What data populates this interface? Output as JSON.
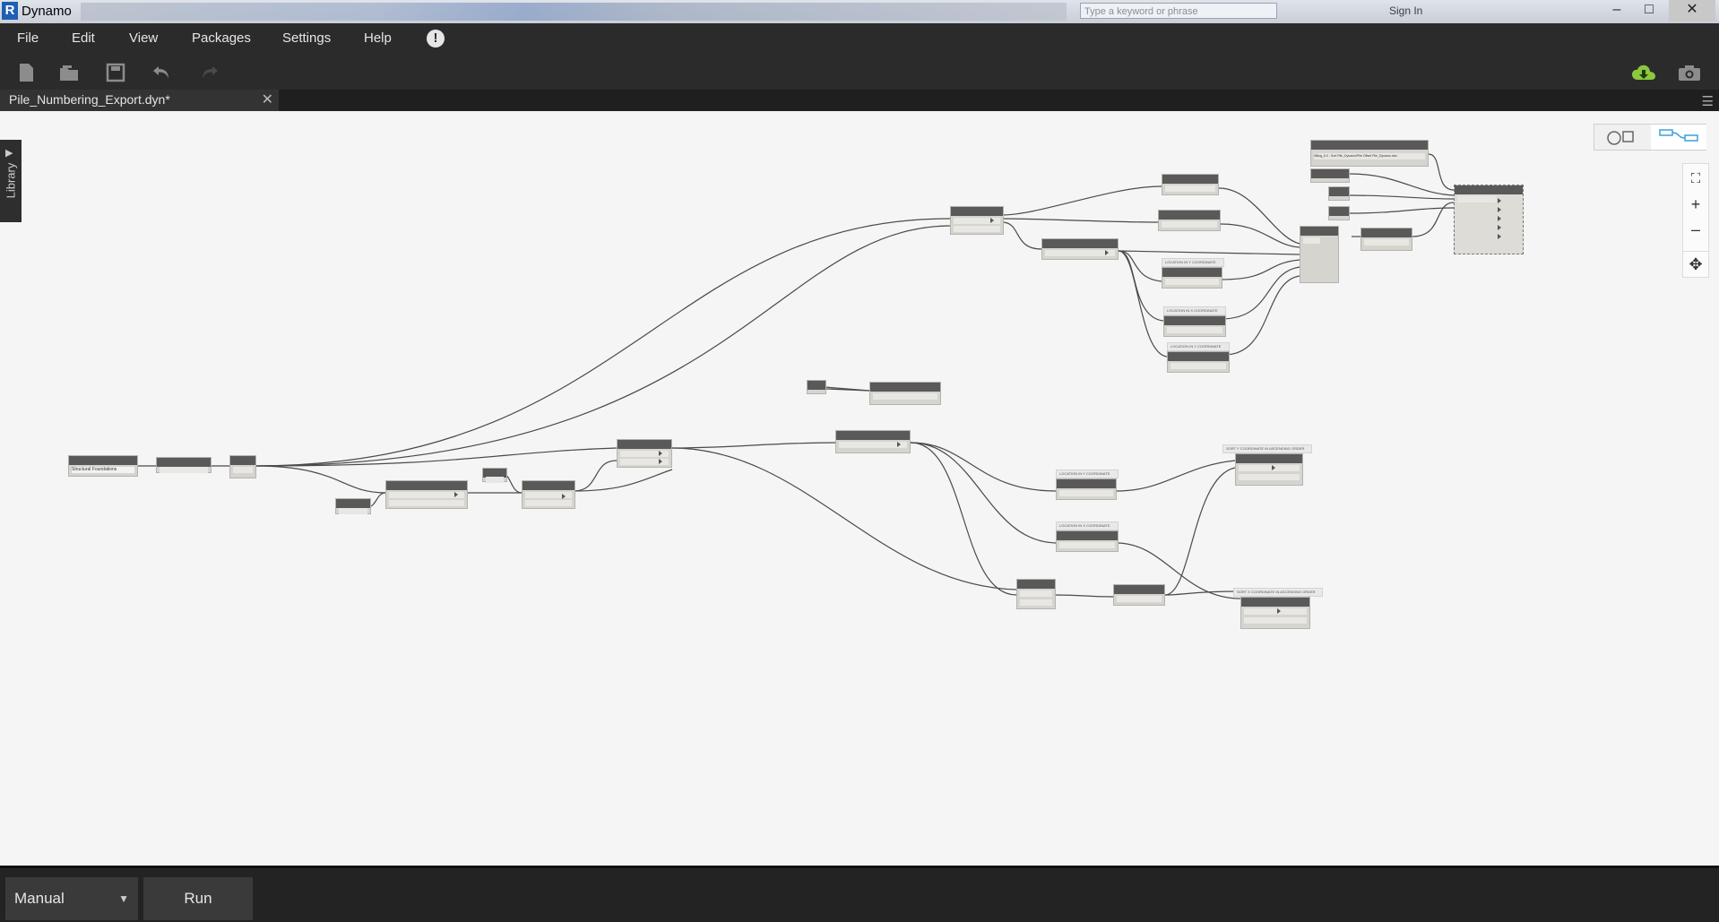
{
  "titlebar": {
    "app_title": "Dynamo",
    "search_placeholder": "Type a keyword or phrase",
    "sign_in": "Sign In"
  },
  "menu": {
    "items": [
      "File",
      "Edit",
      "View",
      "Packages",
      "Settings",
      "Help"
    ]
  },
  "tabs": [
    {
      "label": "Pile_Numbering_Export.dyn*"
    }
  ],
  "canvas": {
    "library_label": "Library",
    "dropdown_value": "Structural Foundations",
    "notes": [
      "LOCATION IN Y COORDINATE",
      "LOCATION IN X COORDINATE",
      "LOCATION IN Y COORDINATE",
      "LOCATION IN Y COORDINATE",
      "LOCATION IN X COORDINATE",
      "SORT Y COORDINATE IN ASCENDING ORDER",
      "SORT X COORDINATE IN ASCENDING ORDER"
    ],
    "file_path_value": "\\\\Blog_5.0 - Sort Pile_Dynamo\\Pile Offset Pile_Dynamo.xlsx"
  },
  "statusbar": {
    "run_mode": "Manual",
    "run_label": "Run"
  },
  "colors": {
    "accent_cloud": "#8dc63f",
    "accent_view_toggle": "#3aa0d8",
    "chrome_dark": "#2b2b2b",
    "canvas_bg": "#f5f5f5"
  },
  "icons": {
    "toolbar": [
      "new-file-icon",
      "open-file-icon",
      "save-icon",
      "undo-icon",
      "redo-icon"
    ],
    "right_toolbar": [
      "cloud-download-icon",
      "camera-icon"
    ],
    "zoom": [
      "zoom-fit-icon",
      "zoom-in-icon",
      "zoom-out-icon",
      "pan-icon"
    ]
  }
}
